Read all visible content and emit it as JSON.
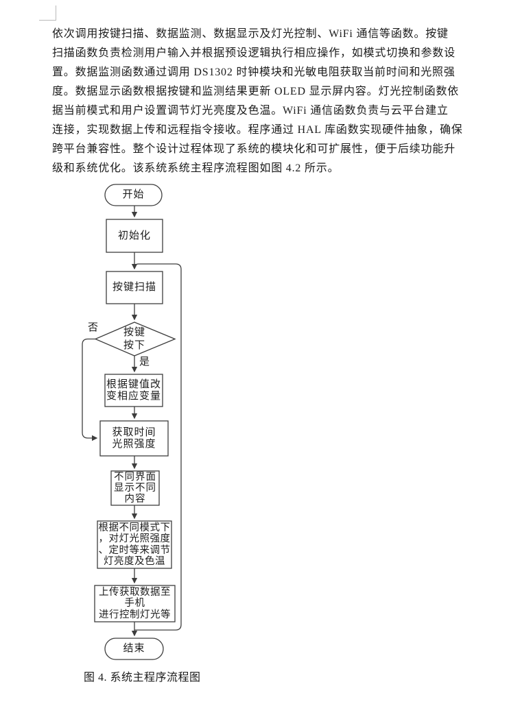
{
  "page": {
    "paragraph_lines": [
      "依次调用按键扫描、数据监测、数据显示及灯光控制、WiFi 通信等函数。按键",
      "扫描函数负责检测用户输入并根据预设逻辑执行相应操作，如模式切换和参数设",
      "置。数据监测函数通过调用 DS1302 时钟模块和光敏电阻获取当前时间和光照强",
      "度。数据显示函数根据按键和监测结果更新 OLED 显示屏内容。灯光控制函数依",
      "据当前模式和用户设置调节灯光亮度及色温。WiFi 通信函数负责与云平台建立",
      "连接，实现数据上传和远程指令接收。程序通过 HAL 库函数实现硬件抽象，确保",
      "跨平台兼容性。整个设计过程体现了系统的模块化和可扩展性，便于后续功能升",
      "级和系统优化。该系统系统主程序流程图如图 4.2 所示。"
    ],
    "figure_caption": "图 4. 系统主程序流程图"
  },
  "flowchart": {
    "nodes": {
      "start": "开始",
      "init": "初始化",
      "key_scan": "按键扫描",
      "decision": "按键\n按下",
      "key_change": "根据键值改\n变相应变量",
      "get_time": "获取时间\n光照强度",
      "display": "不同界面\n显示不同\n内容",
      "adjust": "根据不同模式下\n，对灯光照强度\n、定时等来调节\n灯亮度及色温",
      "upload": "上传获取数据至\n手机\n进行控制灯光等",
      "end": "结束"
    },
    "edge_labels": {
      "no": "否",
      "yes": "是"
    },
    "colors": {
      "line": "#3d3d3d",
      "text": "#1c1c1c",
      "background": "#ffffff"
    }
  }
}
